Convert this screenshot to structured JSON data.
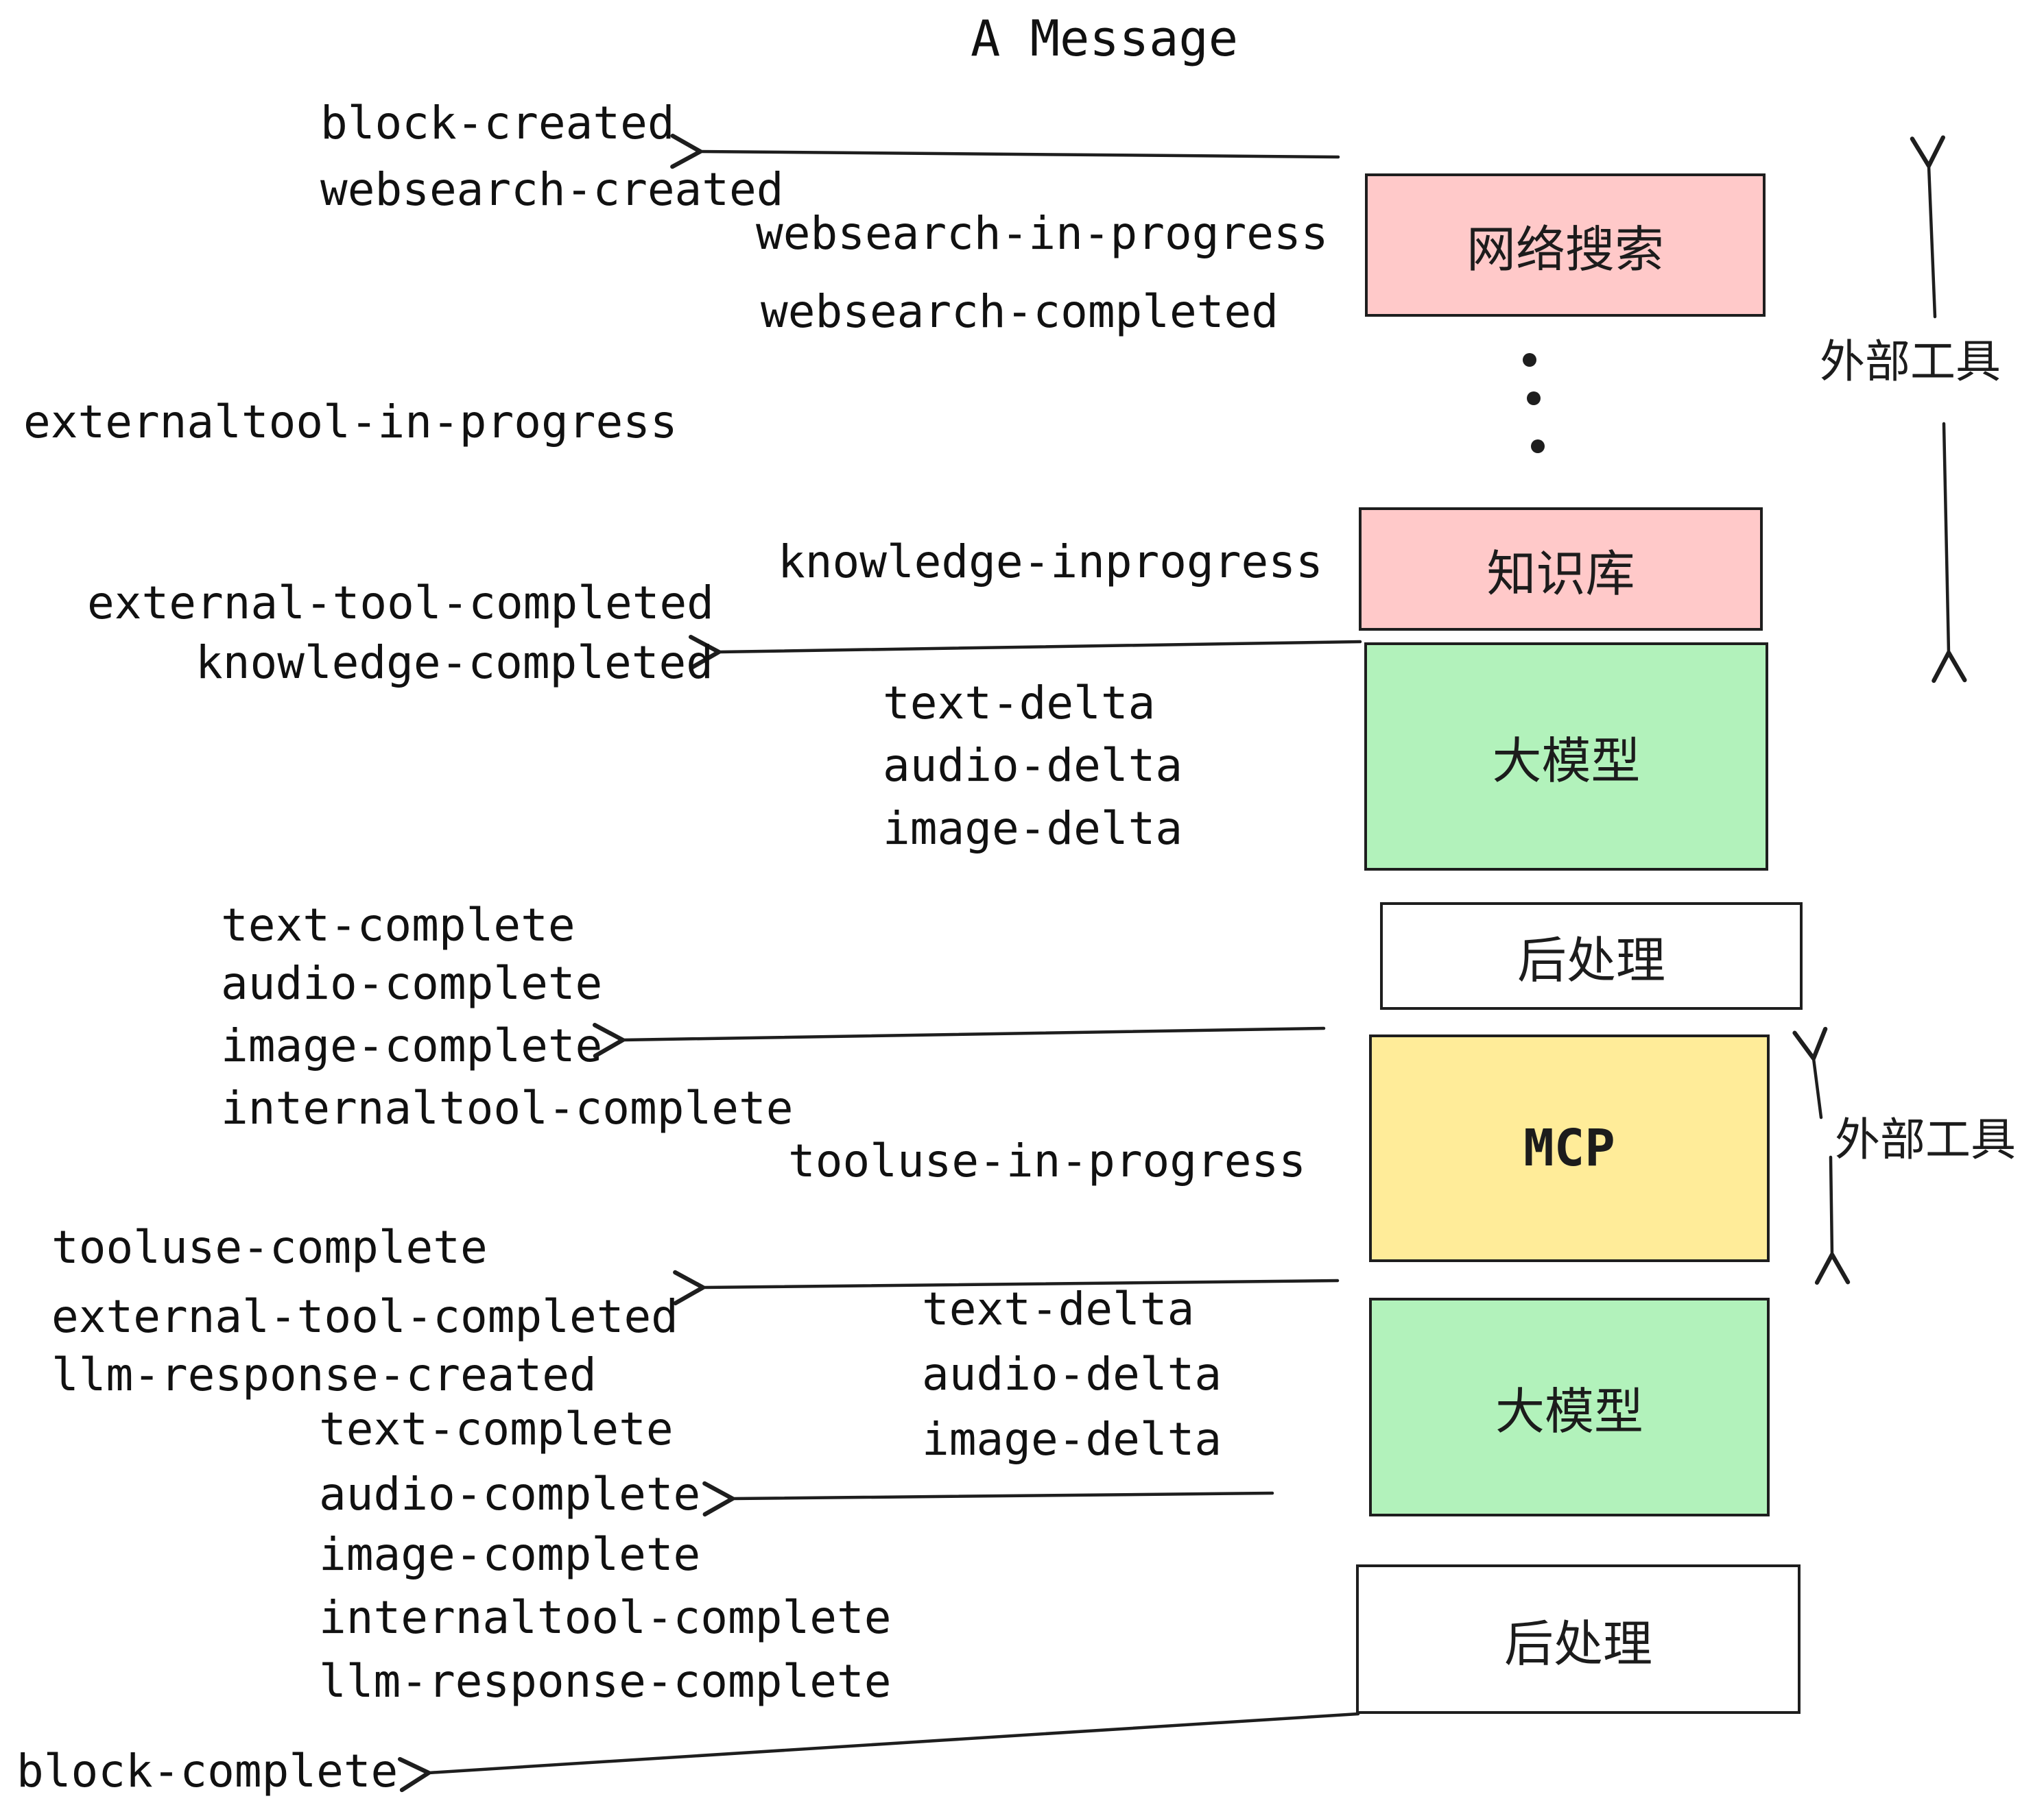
{
  "title": "A Message",
  "colors": {
    "pink": "#ffc9c9",
    "green": "#b2f2bb",
    "yellow": "#ffec99",
    "white": "#ffffff",
    "stroke": "#1e1e1e",
    "text": "#111111"
  },
  "boxes": {
    "websearch": {
      "label": "网络搜索",
      "color": "#ffc9c9"
    },
    "knowledge": {
      "label": "知识库",
      "color": "#ffc9c9"
    },
    "llm_1": {
      "label": "大模型",
      "color": "#b2f2bb"
    },
    "post_1": {
      "label": "后处理",
      "color": "#ffffff"
    },
    "mcp": {
      "label": "MCP",
      "color": "#ffec99"
    },
    "llm_2": {
      "label": "大模型",
      "color": "#b2f2bb"
    },
    "post_2": {
      "label": "后处理",
      "color": "#ffffff"
    }
  },
  "side_labels": {
    "external_tools_top": "外部工具",
    "external_tools_bottom": "外部工具"
  },
  "events": {
    "block_created": "block-created",
    "websearch_created": "websearch-created",
    "websearch_in_progress": "websearch-in-progress",
    "websearch_completed": "websearch-completed",
    "externaltool_in_progress": "externaltool-in-progress",
    "knowledge_inprogress": "knowledge-inprogress",
    "external_tool_completed_1": "external-tool-completed",
    "knowledge_completed": "knowledge-completed",
    "text_delta_1": "text-delta",
    "audio_delta_1": "audio-delta",
    "image_delta_1": "image-delta",
    "text_complete_1": "text-complete",
    "audio_complete_1": "audio-complete",
    "image_complete_1": "image-complete",
    "internaltool_complete_1": "internaltool-complete",
    "tooluse_in_progress": "tooluse-in-progress",
    "tooluse_complete": "tooluse-complete",
    "external_tool_completed_2": "external-tool-completed",
    "llm_response_created": "llm-response-created",
    "text_complete_2": "text-complete",
    "audio_complete_2": "audio-complete",
    "image_complete_2": "image-complete",
    "internaltool_complete_2": "internaltool-complete",
    "llm_response_complete": "llm-response-complete",
    "text_delta_2": "text-delta",
    "audio_delta_2": "audio-delta",
    "image_delta_2": "image-delta",
    "block_complete": "block-complete"
  }
}
